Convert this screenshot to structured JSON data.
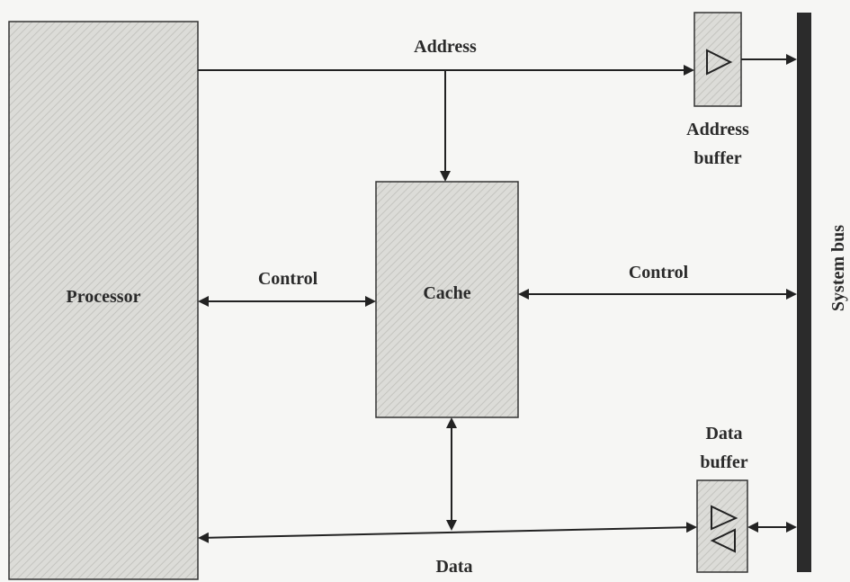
{
  "diagram": {
    "processor_label": "Processor",
    "cache_label": "Cache",
    "system_bus_label": "System bus",
    "address_label": "Address",
    "address_buffer_label_line1": "Address",
    "address_buffer_label_line2": "buffer",
    "control_left_label": "Control",
    "control_right_label": "Control",
    "data_label": "Data",
    "data_buffer_label_line1": "Data",
    "data_buffer_label_line2": "buffer",
    "colors": {
      "block_fill": "#d9d9d6",
      "hatch": "#bdbdb8",
      "line": "#222222",
      "bus": "#2b2b2b"
    }
  }
}
